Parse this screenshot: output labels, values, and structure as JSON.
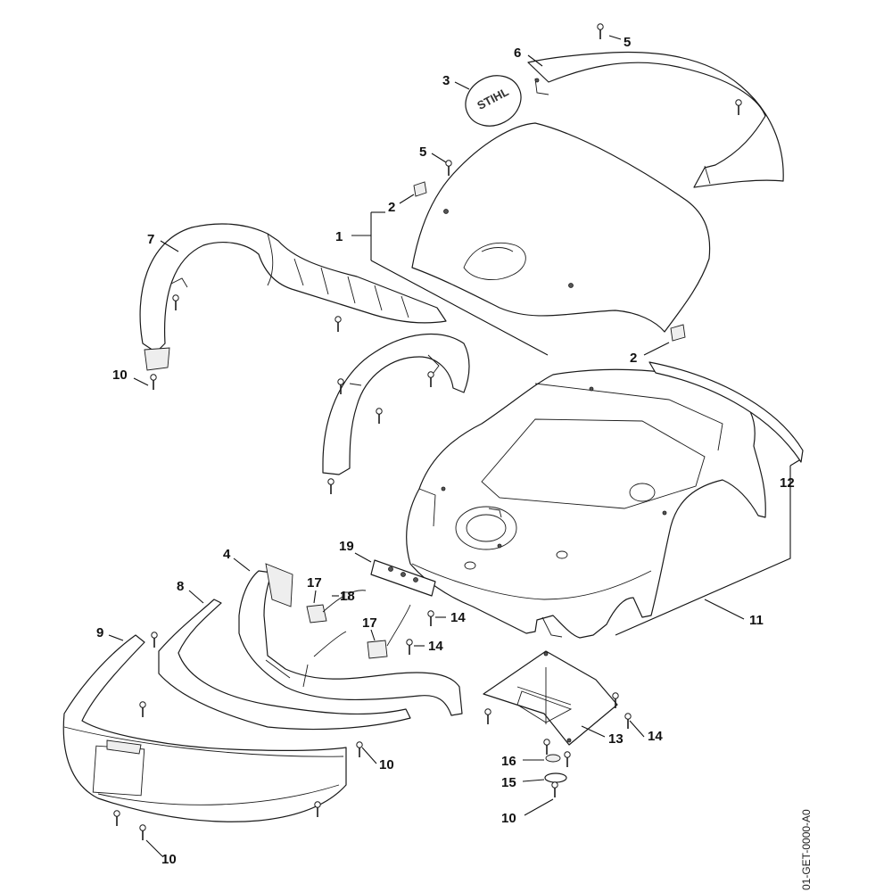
{
  "callouts": {
    "c1": "1",
    "c2a": "2",
    "c2b": "2",
    "c3": "3",
    "c4": "4",
    "c5a": "5",
    "c5b": "5",
    "c6": "6",
    "c7": "7",
    "c8": "8",
    "c9": "9",
    "c10a": "10",
    "c10b": "10",
    "c10c": "10",
    "c10d": "10",
    "c11": "11",
    "c12": "12",
    "c13": "13",
    "c14a": "14",
    "c14b": "14",
    "c14c": "14",
    "c15": "15",
    "c16": "16",
    "c17a": "17",
    "c17b": "17",
    "c18": "18",
    "c19": "19"
  },
  "emblem_text": "STIHL",
  "doc_id": "01-GET-0000-A0"
}
